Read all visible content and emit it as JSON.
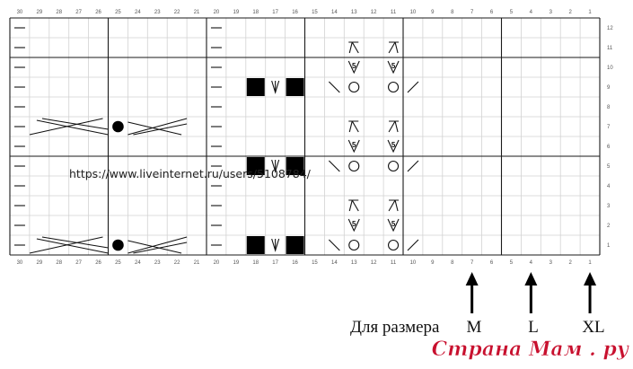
{
  "grid": {
    "columns": [
      "30",
      "29",
      "28",
      "27",
      "26",
      "25",
      "24",
      "23",
      "22",
      "21",
      "20",
      "19",
      "18",
      "17",
      "16",
      "15",
      "14",
      "13",
      "12",
      "11",
      "10",
      "9",
      "8",
      "7",
      "6",
      "5",
      "4",
      "3",
      "2",
      "1"
    ],
    "rows": [
      "1",
      "2",
      "3",
      "4",
      "5",
      "6",
      "7",
      "8",
      "9",
      "10",
      "11",
      "12"
    ]
  },
  "overlay_url": "https://www.liveinternet.ru/users/5108784/",
  "size_caption": "Для размера",
  "sizes": [
    {
      "label": "M",
      "column": 7
    },
    {
      "label": "L",
      "column": 4
    },
    {
      "label": "XL",
      "column": 1
    }
  ],
  "symbols": {
    "decrease_count": "5"
  },
  "watermark": {
    "text": "Страна Мам . ру",
    "color": "#c8102e"
  }
}
